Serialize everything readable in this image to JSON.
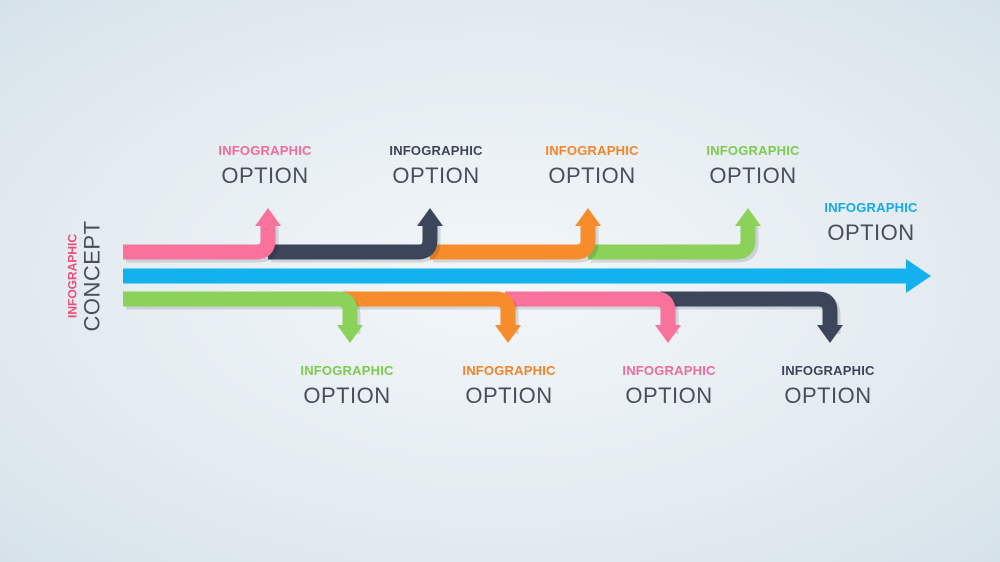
{
  "colors": {
    "pink": "#f8729c",
    "navy": "#3c4559",
    "orange": "#f78c2d",
    "green": "#8bd15a",
    "blue": "#14b1ef",
    "text_dark": "#4a4e5a"
  },
  "concept": {
    "kicker": "INFOGRAPHIC",
    "word": "CONCEPT",
    "color": "#ec4e7b"
  },
  "top_options": [
    {
      "kicker": "INFOGRAPHIC",
      "word": "OPTION",
      "color": "#f06b98"
    },
    {
      "kicker": "INFOGRAPHIC",
      "word": "OPTION",
      "color": "#3c4559"
    },
    {
      "kicker": "INFOGRAPHIC",
      "word": "OPTION",
      "color": "#f58428"
    },
    {
      "kicker": "INFOGRAPHIC",
      "word": "OPTION",
      "color": "#7ccb4c"
    }
  ],
  "main_option": {
    "kicker": "INFOGRAPHIC",
    "word": "OPTION",
    "color": "#12aaeb"
  },
  "bottom_options": [
    {
      "kicker": "INFOGRAPHIC",
      "word": "OPTION",
      "color": "#7ccb4c"
    },
    {
      "kicker": "INFOGRAPHIC",
      "word": "OPTION",
      "color": "#f58428"
    },
    {
      "kicker": "INFOGRAPHIC",
      "word": "OPTION",
      "color": "#f06b98"
    },
    {
      "kicker": "INFOGRAPHIC",
      "word": "OPTION",
      "color": "#3c4559"
    }
  ]
}
